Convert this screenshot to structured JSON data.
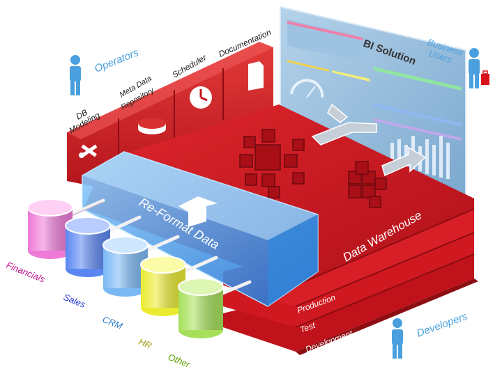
{
  "roles": {
    "operators": "Operators",
    "business_users": [
      "Business",
      "Users"
    ],
    "developers": "Developers"
  },
  "tools": {
    "db_modeling": [
      "DB",
      "Modeling"
    ],
    "meta_data_repository": [
      "Meta Data",
      "Repository"
    ],
    "scheduler": "Scheduler",
    "documentation": "Documentation"
  },
  "bi_solution": "BI Solution",
  "reformat": "Re-Format Data",
  "data_warehouse": "Data Warehouse",
  "environments": [
    "Production",
    "Test",
    "Development"
  ],
  "sources": [
    {
      "label": "Financials",
      "color": "#c0168c"
    },
    {
      "label": "Sales",
      "color": "#2438c8"
    },
    {
      "label": "CRM",
      "color": "#2c7cc8"
    },
    {
      "label": "HR",
      "color": "#9a9a00"
    },
    {
      "label": "Other",
      "color": "#5fa000"
    }
  ],
  "colors": {
    "platform_red": "#c8121a",
    "reformat_blue": "#3a8fe0",
    "panel_blue": "#8ab6d8"
  }
}
